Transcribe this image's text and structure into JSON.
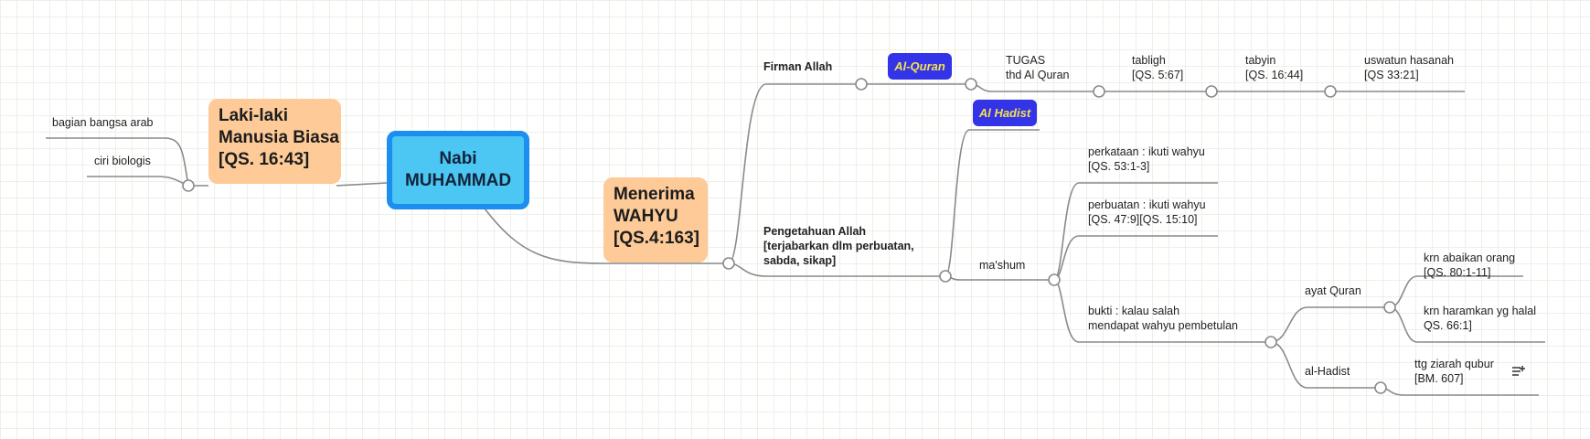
{
  "central": {
    "label": "Nabi\nMUHAMMAD"
  },
  "topics": {
    "laki": "Laki-laki\nManusia Biasa\n[QS. 16:43]",
    "wahyu": "Menerima\nWAHYU\n[QS.4:163]"
  },
  "left": {
    "bangsa": "bagian bangsa arab",
    "biologis": "ciri biologis"
  },
  "firman": {
    "label": "Firman Allah",
    "quran_tag": "Al-Quran",
    "tugas": "TUGAS\nthd Al Quran",
    "tabligh": "tabligh\n[QS. 5:67]",
    "tabyin": "tabyin\n[QS. 16:44]",
    "uswatun": "uswatun hasanah\n[QS 33:21]"
  },
  "pengetahuan": {
    "label": "Pengetahuan Allah\n[terjabarkan dlm perbuatan,\nsabda, sikap]",
    "hadist_tag": "Al Hadist"
  },
  "mashum": {
    "label": "ma'shum",
    "perkataan": "perkataan : ikuti wahyu\n[QS. 53:1-3]",
    "perbuatan": "perbuatan : ikuti wahyu\n[QS. 47:9][QS. 15:10]",
    "bukti": "bukti : kalau salah\nmendapat wahyu pembetulan"
  },
  "bukti": {
    "ayat": "ayat Quran",
    "abaikan": "krn abaikan orang\n[QS. 80:1-11]",
    "haramkan": "krn haramkan yg halal\nQS. 66:1]",
    "hadist": "al-Hadist",
    "ziarah": "ttg ziarah qubur\n[BM. 607]"
  },
  "icons": {
    "note": "notes-icon"
  },
  "colors": {
    "line": "#8a8a8a",
    "central_fill": "#4cc6f3",
    "central_border": "#1a8ff0",
    "topic_fill": "#fdca98",
    "tag_fill": "#3333e8",
    "tag_text": "#f4e24a",
    "grid": "#eef0e6"
  }
}
